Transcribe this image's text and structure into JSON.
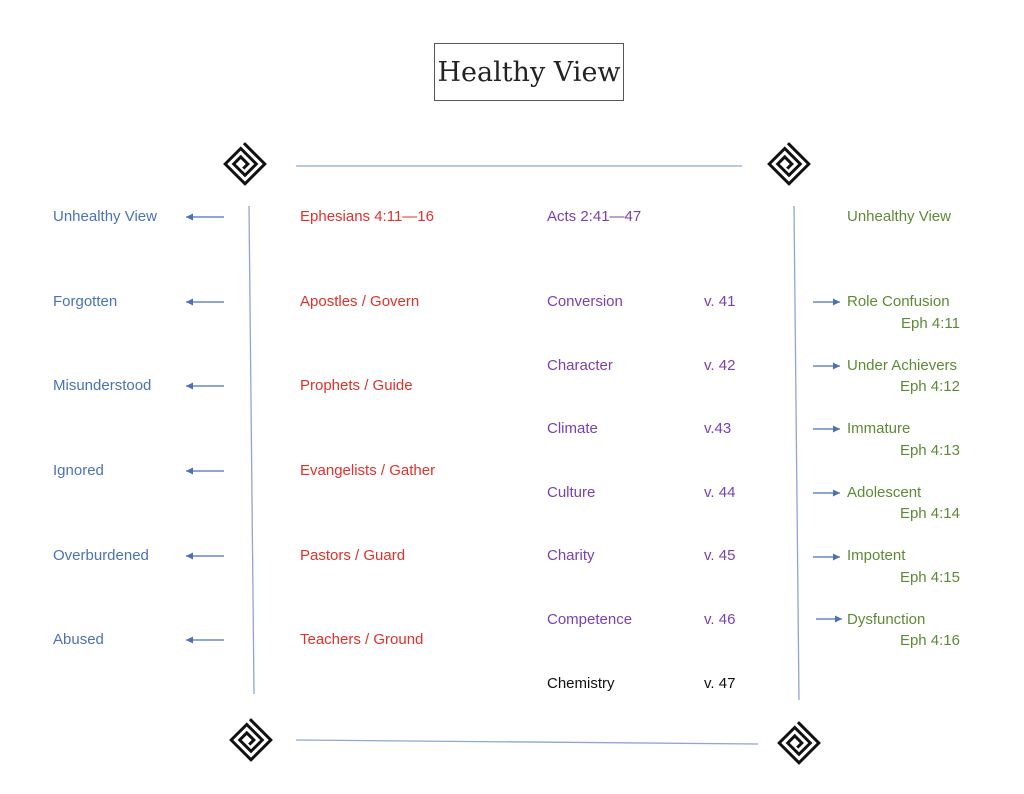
{
  "title": "Healthy View",
  "left": {
    "header": "Unhealthy View",
    "items": [
      "Forgotten",
      "Misunderstood",
      "Ignored",
      "Overburdened",
      "Abused"
    ]
  },
  "ephesians": {
    "header": "Ephesians 4:11—16",
    "items": [
      "Apostles / Govern",
      "Prophets / Guide",
      "Evangelists / Gather",
      "Pastors / Guard",
      "Teachers / Ground"
    ]
  },
  "acts": {
    "header": "Acts 2:41—47",
    "items": [
      {
        "label": "Conversion",
        "verse": "v. 41"
      },
      {
        "label": "Character",
        "verse": "v. 42"
      },
      {
        "label": "Climate",
        "verse": "v.43"
      },
      {
        "label": "Culture",
        "verse": "v. 44"
      },
      {
        "label": "Charity",
        "verse": "v. 45"
      },
      {
        "label": "Competence",
        "verse": "v. 46"
      },
      {
        "label": "Chemistry",
        "verse": "v. 47"
      }
    ]
  },
  "right": {
    "header": "Unhealthy View",
    "items": [
      {
        "label": "Role Confusion",
        "ref": "Eph 4:11"
      },
      {
        "label": "Under Achievers",
        "ref": "Eph 4:12"
      },
      {
        "label": "Immature",
        "ref": "Eph 4:13"
      },
      {
        "label": "Adolescent",
        "ref": "Eph 4:14"
      },
      {
        "label": "Impotent",
        "ref": "Eph 4:15"
      },
      {
        "label": "Dysfunction",
        "ref": "Eph 4:16"
      }
    ]
  },
  "colors": {
    "blue": "#4a72b8",
    "red": "#e0312b",
    "purple": "#7b3fb0",
    "green": "#5d8a35",
    "line": "#8fa6d4"
  },
  "icons": [
    "spiral-knot-icon"
  ]
}
